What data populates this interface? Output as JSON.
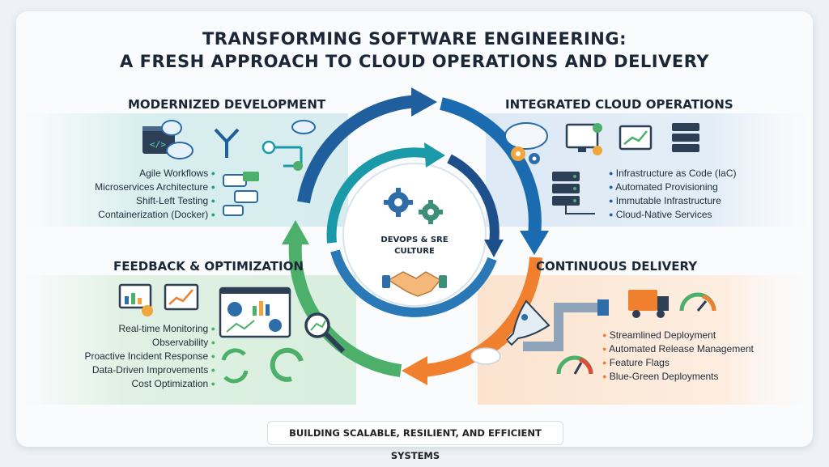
{
  "title": {
    "line1": "TRANSFORMING SOFTWARE ENGINEERING:",
    "line2": "A FRESH APPROACH TO CLOUD OPERATIONS AND DELIVERY"
  },
  "center": {
    "line1": "DEVOPS & SRE",
    "line2": "CULTURE"
  },
  "quadrants": {
    "modernized": {
      "heading": "MODERNIZED DEVELOPMENT",
      "items": [
        "Agile Workflows",
        "Microservices Architecture",
        "Shift-Left Testing",
        "Containerization (Docker)"
      ]
    },
    "cloud_ops": {
      "heading": "INTEGRATED CLOUD OPERATIONS",
      "items": [
        "Infrastructure as Code (IaC)",
        "Automated Provisioning",
        "Immutable Infrastructure",
        "Cloud-Native Services"
      ]
    },
    "feedback": {
      "heading": "FEEDBACK & OPTIMIZATION",
      "items": [
        "Real-time Monitoring",
        "Observability",
        "Proactive Incident Response",
        "Data-Driven Improvements",
        "Cost Optimization"
      ]
    },
    "delivery": {
      "heading": "CONTINUOUS DELIVERY",
      "items": [
        "Streamlined Deployment",
        "Automated Release Management",
        "Feature Flags",
        "Blue-Green Deployments"
      ]
    }
  },
  "footer": "BUILDING SCALABLE, RESILIENT, AND EFFICIENT SYSTEMS",
  "colors": {
    "blue": "#1f5f9e",
    "teal": "#1a9aa8",
    "green": "#4caf6a",
    "orange": "#f07f2e"
  },
  "icons": [
    "code-window-icon",
    "cloud-icon",
    "branch-arrows-icon",
    "pipeline-icon",
    "chat-bubbles-icon",
    "gears-icon",
    "monitor-icon",
    "chart-icon",
    "server-icon",
    "dashboard-icon",
    "magnifier-icon",
    "cycle-arrows-icon",
    "rocket-icon",
    "pipe-icon",
    "truck-icon",
    "gauge-icon",
    "handshake-icon"
  ]
}
